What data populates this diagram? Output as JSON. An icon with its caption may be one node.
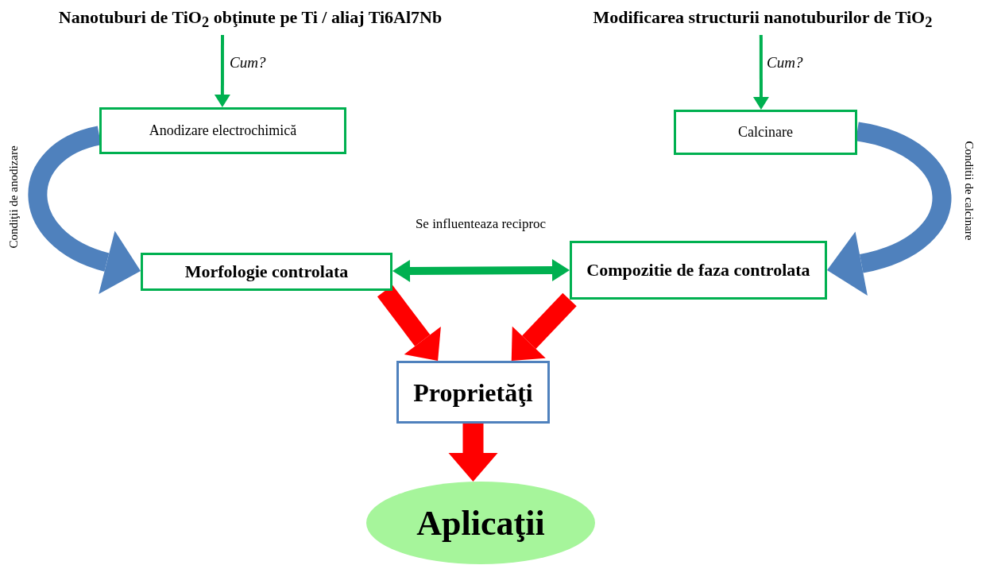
{
  "diagram": {
    "nodes": [
      {
        "text": [
          "Nanotuburi de TiO$_{2}$ obţinute pe Ti / aliaj Ti6Al7Nb"
        ]
      },
      {
        "text": [
          "Modificarea structurii nanotuburilor de TiO$_{2}$"
        ]
      },
      {
        "text": [
          "Anodizare electrochimică"
        ]
      },
      {
        "text": [
          "Calcinare"
        ]
      },
      {
        "text": [
          "Morfologie controlata"
        ]
      },
      {
        "text": [
          "Compozitie de faza controlata"
        ]
      },
      {
        "text": [
          "Proprietăţi"
        ]
      },
      {
        "text": [
          "Aplicaţii"
        ]
      }
    ],
    "edges": [
      {
        "from": 0,
        "to": 2,
        "arrow": "to",
        "label": "Cum?",
        "color": "#00b050"
      },
      {
        "from": 1,
        "to": 3,
        "arrow": "to",
        "label": "Cum?",
        "color": "#00b050"
      },
      {
        "from": 2,
        "to": 4,
        "arrow": "to",
        "label": "Condiţii de anodizare",
        "color": "#4f81bd"
      },
      {
        "from": 3,
        "to": 5,
        "arrow": "to",
        "label": "Conditii de calcinare",
        "color": "#4f81bd"
      },
      {
        "from": 4,
        "to": 5,
        "arrow": "both",
        "label": "Se influenteaza reciproc",
        "color": "#00b050"
      },
      {
        "from": 4,
        "to": 6,
        "arrow": "to",
        "color": "#ff0000"
      },
      {
        "from": 5,
        "to": 6,
        "arrow": "to",
        "color": "#ff0000"
      },
      {
        "from": 6,
        "to": 7,
        "arrow": "to",
        "color": "#ff0000"
      }
    ]
  }
}
